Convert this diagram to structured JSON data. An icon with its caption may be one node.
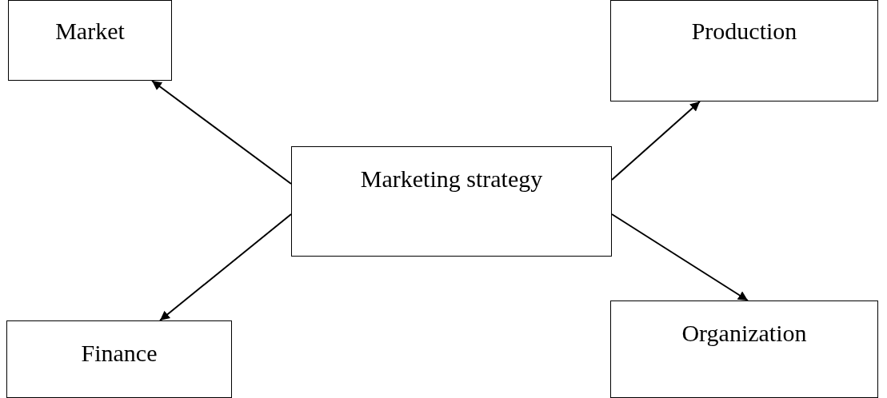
{
  "diagram": {
    "nodes": [
      {
        "text": [
          "Marketing strategy"
        ]
      },
      {
        "text": [
          "Market"
        ]
      },
      {
        "text": [
          "Production"
        ]
      },
      {
        "text": [
          "Finance"
        ]
      },
      {
        "text": [
          "Organization"
        ]
      }
    ],
    "edges": [
      {
        "from": 0,
        "to": 1,
        "arrow": "to"
      },
      {
        "from": 0,
        "to": 2,
        "arrow": "to"
      },
      {
        "from": 0,
        "to": 3,
        "arrow": "to"
      },
      {
        "from": 0,
        "to": 4,
        "arrow": "to"
      }
    ]
  }
}
